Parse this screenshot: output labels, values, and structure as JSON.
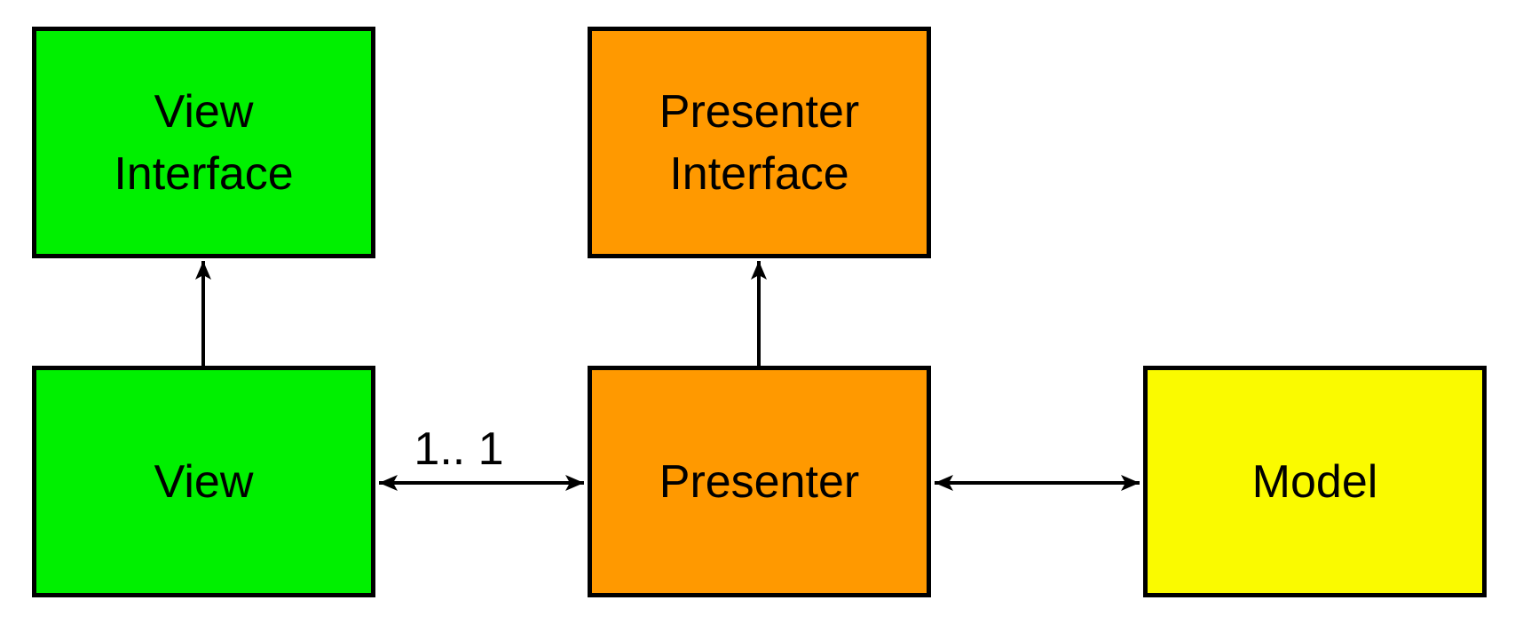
{
  "canvas": {
    "background": "#ffffff"
  },
  "diagram": {
    "kind": "model-view-presenter-architecture",
    "nodes": [
      {
        "id": "view-interface",
        "lines": [
          "View",
          "Interface"
        ],
        "fill": "#00f000",
        "border": "#000000",
        "text_color": "#000000"
      },
      {
        "id": "presenter-interface",
        "lines": [
          "Presenter",
          "Interface"
        ],
        "fill": "#ff9900",
        "border": "#000000",
        "text_color": "#000000"
      },
      {
        "id": "view",
        "lines": [
          "View"
        ],
        "fill": "#00f000",
        "border": "#000000",
        "text_color": "#000000"
      },
      {
        "id": "presenter",
        "lines": [
          "Presenter"
        ],
        "fill": "#ff9900",
        "border": "#000000",
        "text_color": "#000000"
      },
      {
        "id": "model",
        "lines": [
          "Model"
        ],
        "fill": "#fafa00",
        "border": "#000000",
        "text_color": "#000000"
      }
    ],
    "edges": [
      {
        "from": "View",
        "to": "View Interface",
        "direction": "one-way-up",
        "label": ""
      },
      {
        "from": "Presenter",
        "to": "Presenter Interface",
        "direction": "one-way-up",
        "label": ""
      },
      {
        "from": "View",
        "to": "Presenter",
        "direction": "two-way",
        "label": "1.. 1"
      },
      {
        "from": "Presenter",
        "to": "Model",
        "direction": "two-way",
        "label": ""
      }
    ]
  }
}
